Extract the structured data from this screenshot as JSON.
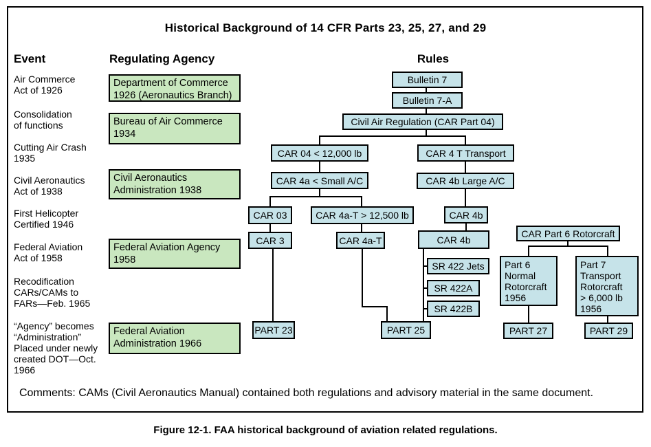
{
  "title": "Historical Background of 14 CFR Parts 23, 25, 27, and 29",
  "caption": "Figure 12-1. FAA historical background of aviation related regulations.",
  "comments": "Comments: CAMs (Civil Aeronautics Manual) contained both regulations and advisory material in the same document.",
  "colors": {
    "agency_box": "#c9e7bf",
    "rule_box": "#c6e3e9",
    "line": "#000000"
  },
  "columns": {
    "event": "Event",
    "agency": "Regulating Agency",
    "rules": "Rules"
  },
  "events": [
    "Air Commerce\nAct of 1926",
    "Consolidation\nof functions",
    "Cutting Air Crash\n1935",
    "Civil Aeronautics\nAct of 1938",
    "First Helicopter\nCertified 1946",
    "Federal Aviation\nAct of 1958",
    "Recodification\nCARs/CAMs to\nFARs—Feb. 1965",
    "“Agency” becomes\n“Administration”\nPlaced under newly\ncreated DOT—Oct.\n1966"
  ],
  "agencies": [
    "Department of Commerce\n1926 (Aeronautics Branch)",
    "Bureau of Air Commerce\n1934",
    "Civil Aeronautics\nAdministration 1938",
    "Federal Aviation Agency\n1958",
    "Federal Aviation\nAdministration 1966"
  ],
  "rules": {
    "bulletin7": "Bulletin 7",
    "bulletin7a": "Bulletin 7-A",
    "car_part04": "Civil Air Regulation (CAR Part 04)",
    "car04_lt_12000": "CAR 04 < 12,000 lb",
    "car4t_transport": "CAR 4 T Transport",
    "car4a_small": "CAR 4a < Small A/C",
    "car4b_large": "CAR 4b Large A/C",
    "car03": "CAR 03",
    "car4at_gt_12500": "CAR 4a-T > 12,500 lb",
    "car4b_upper": "CAR 4b",
    "car3": "CAR 3",
    "car4at": "CAR 4a-T",
    "car4b_lower": "CAR 4b",
    "car_part6_rotorcraft": "CAR Part 6 Rotorcraft",
    "sr422_jets": "SR 422 Jets",
    "sr422a": "SR 422A",
    "sr422b": "SR 422B",
    "part6_normal": "Part 6\nNormal\nRotorcraft\n1956",
    "part7_transport": "Part 7\nTransport\nRotorcraft\n> 6,000 lb\n1956",
    "part23": "PART 23",
    "part25": "PART 25",
    "part27": "PART 27",
    "part29": "PART 29"
  }
}
